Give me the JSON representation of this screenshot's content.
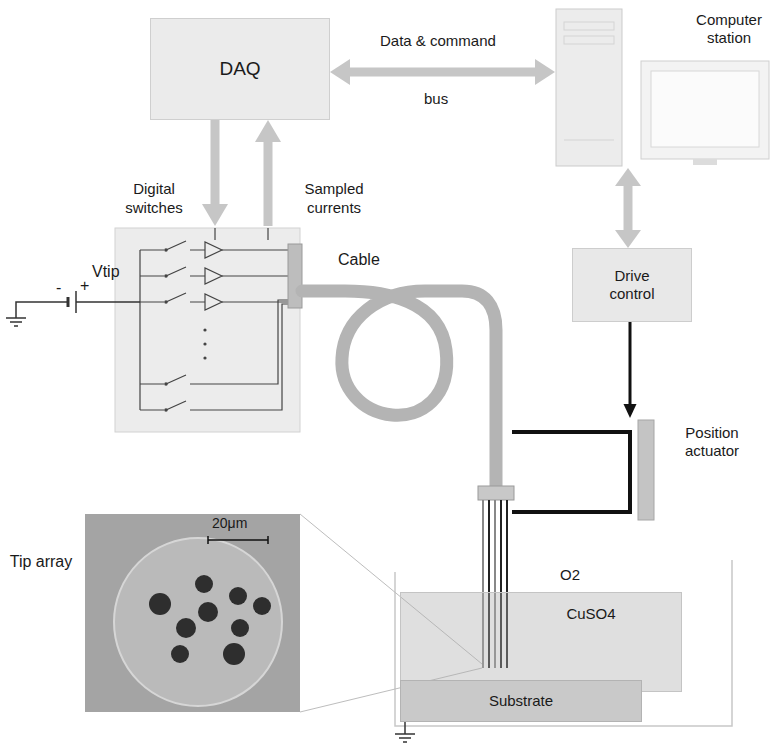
{
  "diagram": {
    "nodes": [
      {
        "text": [
          "DAQ"
        ]
      },
      {
        "text": [
          "Computer station"
        ]
      },
      {
        "text": [
          "Drive control"
        ]
      },
      {
        "text": [
          "Position actuator"
        ]
      },
      {
        "text": [
          "CuSO4"
        ]
      },
      {
        "text": [
          "Substrate"
        ]
      }
    ],
    "edges": [
      {
        "from": 0,
        "to": 1,
        "arrow": "both"
      },
      {
        "from": 1,
        "to": 2,
        "arrow": "both"
      },
      {
        "from": 2,
        "to": 3,
        "arrow": "to"
      }
    ],
    "labels": [
      "Data & command",
      "bus",
      "Digital switches",
      "Sampled currents",
      "Vtip",
      "-",
      "+",
      "Cable",
      "Tip array",
      "20μm",
      "O2"
    ]
  }
}
